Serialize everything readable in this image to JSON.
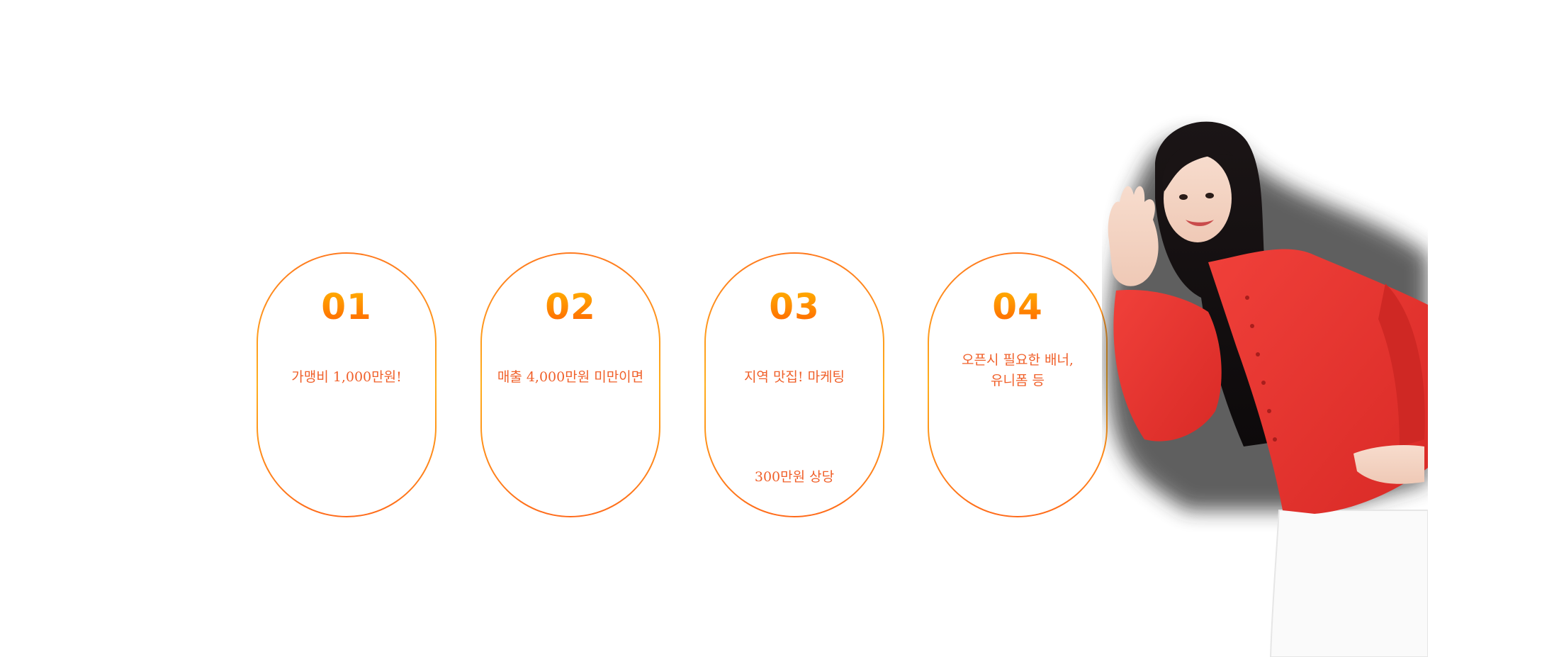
{
  "cards": [
    {
      "number": "01",
      "text_lines": [
        "가맹비 1,000만원!"
      ],
      "sub": ""
    },
    {
      "number": "02",
      "text_lines": [
        "매출 4,000만원 미만이면"
      ],
      "sub": ""
    },
    {
      "number": "03",
      "text_lines": [
        "지역 맛집! 마케팅"
      ],
      "sub": "300만원 상당"
    },
    {
      "number": "04",
      "text_lines": [
        "오픈시 필요한 배너,",
        "유니폼 등"
      ],
      "sub": ""
    }
  ],
  "colors": {
    "accent_orange": "#f0602a",
    "number_gradient_top": "#ffb400",
    "number_gradient_bottom": "#ff5e00",
    "border_gradient": "#ff8a1f",
    "model_cardigan": "#e5312c"
  }
}
